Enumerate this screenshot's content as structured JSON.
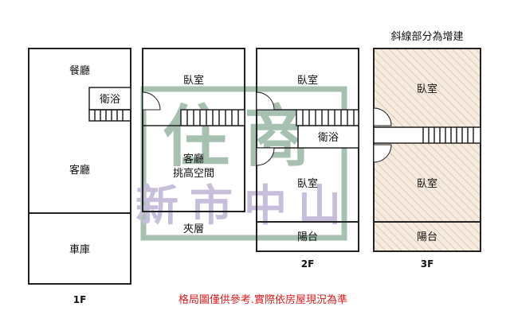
{
  "watermark": {
    "line1": "住商",
    "line2": "新市中山",
    "color": "#2f6e47",
    "color2": "#7a66a8"
  },
  "floors": {
    "f1": {
      "label": "1F",
      "rooms": {
        "dining": "餐廳",
        "bath": "衛浴",
        "living": "客廳",
        "garage": "車庫"
      }
    },
    "f1m": {
      "label": "",
      "rooms": {
        "bedroom": "臥室",
        "living": "客廳",
        "living_sub": "挑高空間",
        "mezz": "夾層"
      }
    },
    "f2": {
      "label": "2F",
      "rooms": {
        "bedroom_top": "臥室",
        "bath": "衛浴",
        "bedroom_bottom": "臥室",
        "balcony": "陽台"
      }
    },
    "f3": {
      "label": "3F",
      "title": "斜線部分為增建",
      "rooms": {
        "bedroom_top": "臥室",
        "bedroom_bottom": "臥室",
        "balcony": "陽台"
      },
      "hatch_bg": "#f6ebe0",
      "hatch_line": "#d9b89a"
    }
  },
  "footer_note": "格局圖僅供參考.實際依房屋現況為準",
  "colors": {
    "line": "#222222",
    "note": "#d81b1b"
  }
}
